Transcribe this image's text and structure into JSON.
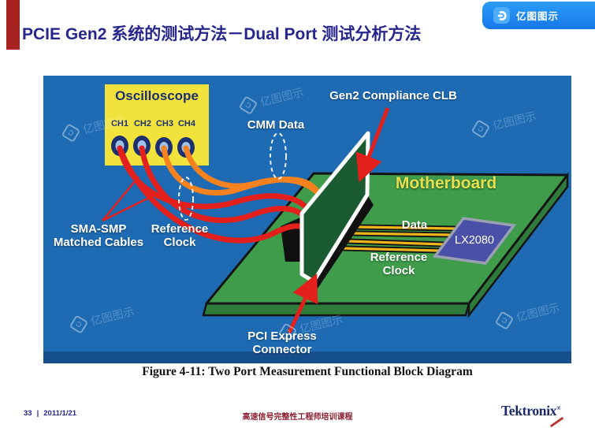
{
  "header": {
    "title": "PCIE Gen2 系统的测试方法－Dual Port 测试分析方法"
  },
  "badge": {
    "label": "亿图图示"
  },
  "watermark": {
    "label": "亿图图示"
  },
  "diagram": {
    "oscilloscope": {
      "title": "Oscilloscope",
      "channels": [
        "CH1",
        "CH2",
        "CH3",
        "CH4"
      ]
    },
    "labels": {
      "cmm_data": "CMM Data",
      "gen2_clb": "Gen2 Compliance CLB",
      "motherboard": "Motherboard",
      "data": "Data",
      "reference_clock_board": [
        "Reference",
        "Clock"
      ],
      "reference_clock_cables": [
        "Reference",
        "Clock"
      ],
      "sma_smp": [
        "SMA-SMP",
        "Matched Cables"
      ],
      "pci_express": [
        "PCI Express",
        "Connector"
      ],
      "chip": "LX2080"
    }
  },
  "caption": "Figure 4-11:  Two Port Measurement Functional Block Diagram",
  "footer": {
    "page_number": "33",
    "divider": "|",
    "date": "2011/1/21",
    "course": "高速信号完整性工程师培训课程",
    "brand": "Tektronix",
    "trademark": "®"
  },
  "colors": {
    "accent_red": "#A82220",
    "title_navy": "#26268C",
    "badge_blue": "#1E88E5",
    "diagram_bg": "#1E6BB4",
    "diagram_bg_dark": "#16508C",
    "scope_yellow": "#F2E33C",
    "scope_text_navy": "#1C2F6E",
    "board_green": "#3E9C4B",
    "board_side_green": "#2E7B3C",
    "clb_card_green": "#1A5B32",
    "chip_purple": "#4A50A8",
    "cable_red": "#E3201B",
    "cable_orange": "#F5821F",
    "trace_yellow": "#EDB41C",
    "motherboard_label_yellow": "#E6E04E",
    "footer_maroon": "#8C2030",
    "brand_navy": "#1A2A6B"
  }
}
